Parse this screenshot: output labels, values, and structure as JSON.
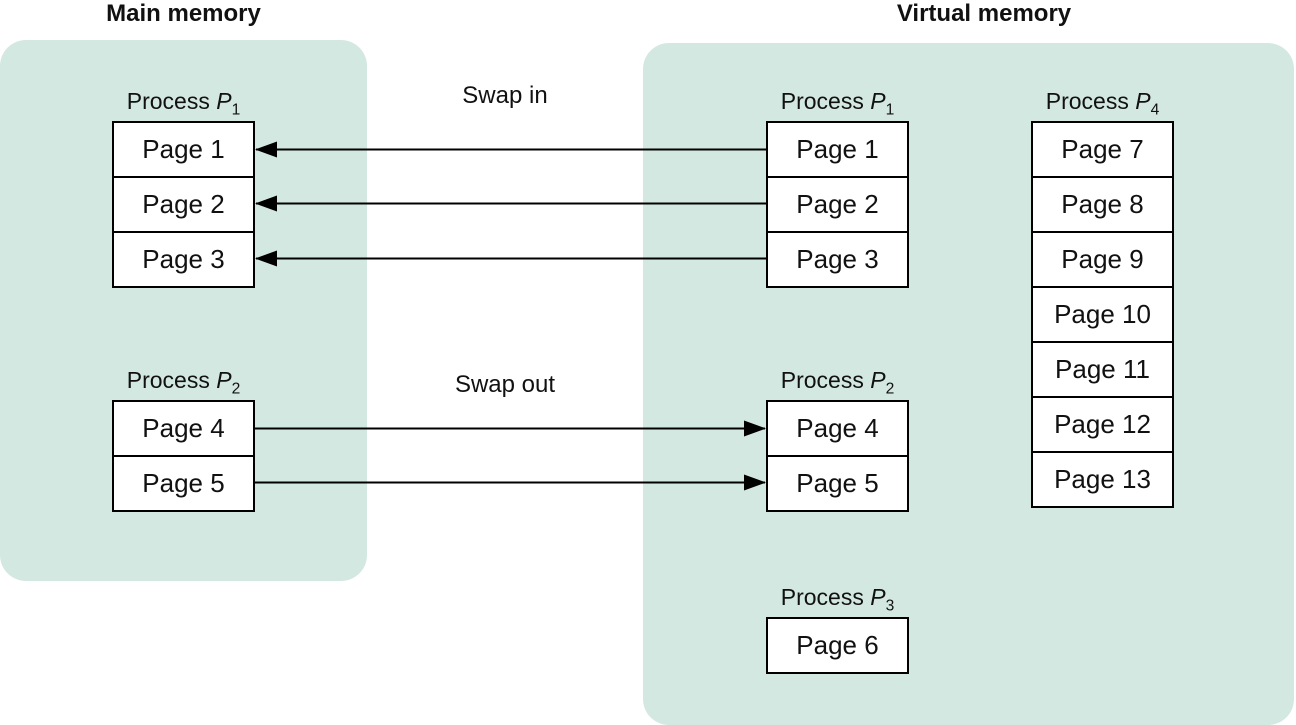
{
  "titles": {
    "main": "Main memory",
    "virtual": "Virtual memory"
  },
  "swap": {
    "in_label": "Swap in",
    "out_label": "Swap out"
  },
  "process_label": {
    "prefix": "Process",
    "symbol": "P"
  },
  "colors": {
    "panel_fill": "#d3e8e1",
    "box_fill": "#ffffff",
    "line": "#000000",
    "text": "#111111"
  },
  "main_memory": {
    "processes": [
      {
        "id": "main-p1",
        "sub": "1",
        "pages": [
          "Page 1",
          "Page 2",
          "Page 3"
        ]
      },
      {
        "id": "main-p2",
        "sub": "2",
        "pages": [
          "Page 4",
          "Page 5"
        ]
      }
    ]
  },
  "virtual_memory": {
    "processes": [
      {
        "id": "virt-p1",
        "sub": "1",
        "pages": [
          "Page 1",
          "Page 2",
          "Page 3"
        ]
      },
      {
        "id": "virt-p4",
        "sub": "4",
        "pages": [
          "Page 7",
          "Page 8",
          "Page 9",
          "Page 10",
          "Page 11",
          "Page 12",
          "Page 13"
        ]
      },
      {
        "id": "virt-p2",
        "sub": "2",
        "pages": [
          "Page 4",
          "Page 5"
        ]
      },
      {
        "id": "virt-p3",
        "sub": "3",
        "pages": [
          "Page 6"
        ]
      }
    ]
  },
  "arrows": [
    {
      "group": "swap-in",
      "from_proc": "virt-p1",
      "from_page": 0,
      "to_proc": "main-p1",
      "to_page": 0
    },
    {
      "group": "swap-in",
      "from_proc": "virt-p1",
      "from_page": 1,
      "to_proc": "main-p1",
      "to_page": 1
    },
    {
      "group": "swap-in",
      "from_proc": "virt-p1",
      "from_page": 2,
      "to_proc": "main-p1",
      "to_page": 2
    },
    {
      "group": "swap-out",
      "from_proc": "main-p2",
      "from_page": 0,
      "to_proc": "virt-p2",
      "to_page": 0
    },
    {
      "group": "swap-out",
      "from_proc": "main-p2",
      "from_page": 1,
      "to_proc": "virt-p2",
      "to_page": 1
    }
  ]
}
